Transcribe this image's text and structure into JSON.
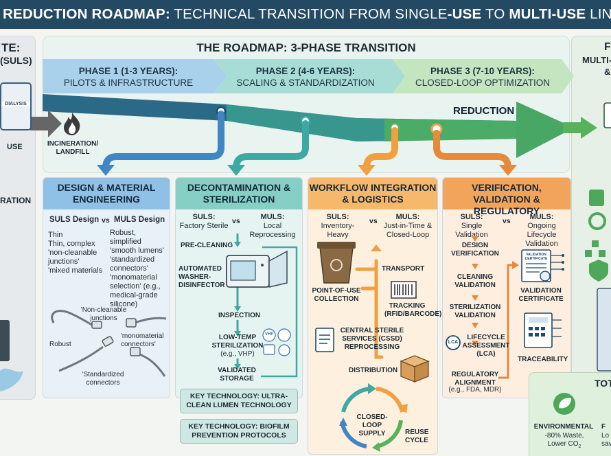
{
  "banner": {
    "pre": "REDUCTION ROADMAP:",
    "mid1": " TECHNICAL TRANSITION FROM SINGLE",
    "b1": "-USE",
    "mid2": " TO ",
    "b2": "MULTI-USE",
    "end": " LINE SETS IN"
  },
  "left_panel": {
    "title1": "TE:",
    "title2": "(SULS)",
    "bag_label": "DIALYSIS",
    "use": "USE",
    "ration": "RATION"
  },
  "incineration": "INCINERATION/ LANDFILL",
  "roadmap": {
    "title": "THE ROADMAP: 3-PHASE TRANSITION",
    "phases": [
      {
        "title": "PHASE 1 (1-3 YEARS):",
        "subtitle": "PILOTS & INFRASTRUCTURE"
      },
      {
        "title": "PHASE 2 (4-6 YEARS):",
        "subtitle": "SCALING & STANDARDIZATION"
      },
      {
        "title": "PHASE 3 (7-10 YEARS):",
        "subtitle": "CLOSED-LOOP OPTIMIZATION"
      }
    ],
    "arrow_label": "REDUCTION"
  },
  "right_panel": {
    "line1": "F",
    "line2": "MULTI-",
    "line3": "&"
  },
  "columns": {
    "design": {
      "heading": "DESIGN & MATERIAL ENGINEERING",
      "suls": "SULS Design",
      "vs": "vs",
      "muls": "MULS Design",
      "suls_items": [
        "Thin",
        "Thin, complex",
        "'non-cleanable junctions'",
        "'mixed materials"
      ],
      "muls_items": [
        "Robust, simplified",
        "'smooth lumens'",
        "'standardized connectors'",
        "'monomaterial selection' (e.g., medical-grade silicone)"
      ],
      "fig_labels": [
        "'Non-cleanable junctions",
        "Robust",
        "'monomaterial connectors'",
        "'Standardized connectors"
      ]
    },
    "decon": {
      "heading": "DECONTAMINATION & STERILIZATION",
      "suls_label": "SULS:",
      "suls_text": "Factory Sterile",
      "vs": "vs",
      "muls_label": "MULS:",
      "muls_text": "Local Reprocessing",
      "steps": [
        "PRE-CLEANING",
        "AUTOMATED WASHER-DISINFECTOR",
        "INSPECTION",
        "LOW-TEMP STERILIZATION",
        "(e.g., VHP)",
        "VALIDATED STORAGE"
      ],
      "vhp_badge": "VHP",
      "key1": "KEY TECHNOLOGY: ULTRA-CLEAN LUMEN TECHNOLOGY",
      "key2": "KEY TECHNOLOGY: BIOFILM PREVENTION PROTOCOLS"
    },
    "workflow": {
      "heading": "WORKFLOW INTEGRATION & LOGISTICS",
      "suls_label": "SULS:",
      "suls_text": "Inventory-Heavy",
      "vs": "vs",
      "muls_label": "MULS:",
      "muls_text": "Just-in-Time & Closed-Loop",
      "poc": "POINT-OF-USE COLLECTION",
      "transport": "TRANSPORT",
      "tracking": "TRACKING (RFID/BARCODE)",
      "cssd": "CENTRAL STERILE SERVICES (CSSD) REPROCESSING",
      "distribution": "DISTRIBUTION",
      "closed_loop": "CLOSED-LOOP SUPPLY",
      "reuse": "REUSE CYCLE"
    },
    "verify": {
      "heading": "VERIFICATION, VALIDATION & REGULATORY",
      "suls_label": "SULS:",
      "suls_text": "Single Validation",
      "vs": "vs",
      "muls_label": "MULS:",
      "muls_text": "Ongoing Lifecycle Validation",
      "steps": [
        "DESIGN VERIFICATION",
        "CLEANING VALIDATION",
        "STERILIZATION VALIDATION",
        "LIFECYCLE ASSESSMENT (LCA)",
        "REGULATORY ALIGNMENT",
        "(e.g., FDA, MDR)"
      ],
      "lca_badge": "LCA",
      "cert_text": "VALIDATION CERTIFICATE",
      "cert_doc": "VALIDATION CERTIFICATE",
      "traceability": "TRACEABILITY"
    }
  },
  "totals": {
    "title": "TOT",
    "env_title": "ENVIRONMENTAL",
    "env_text": "-80% Waste, Lower CO",
    "co2_sub": "2",
    "fin1": "F",
    "fin2": "Lo",
    "fin3": "sav"
  },
  "colors": {
    "banner": "#244a63",
    "blue": "#3f86c2",
    "teal": "#3ea8a2",
    "orange": "#f1a040",
    "deeporange": "#e5893b",
    "green": "#57b35b",
    "navy": "#1f4a6b"
  }
}
